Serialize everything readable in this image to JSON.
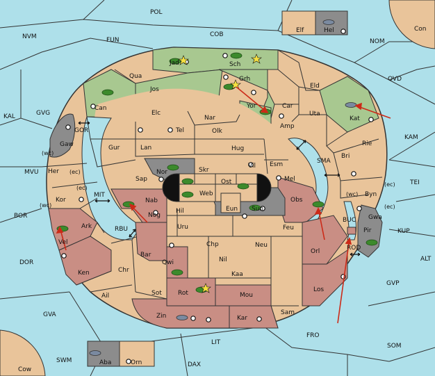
{
  "colors": {
    "sea": "#aee0ea",
    "land": "#e9c49a",
    "green": "#a8c890",
    "red": "#c98e84",
    "gray": "#8c8c8c",
    "black": "#111111",
    "arrow": "#cc2a18",
    "unit": "#3c8a2c"
  },
  "outer_seas": {
    "POL": "POL",
    "COB": "COB",
    "FUN": "FUN",
    "NVM": "NVM",
    "NOM": "NOM",
    "OVD": "OVD",
    "KAL": "KAL",
    "GVG": "GVG",
    "MVU": "MVU",
    "BOR": "BOR",
    "DOR": "DOR",
    "GVA": "GVA",
    "SWM": "SWM",
    "DAX": "DAX",
    "LIT": "LIT",
    "FRO": "FRO",
    "SOM": "SOM",
    "GVP": "GVP",
    "ALT": "ALT",
    "KUP": "KUP",
    "TEI": "TEI",
    "KAM": "KAM",
    "Con": "Con",
    "Cow": "Cow"
  },
  "inner_seas": {
    "GOR": "GOR",
    "MIT": "MIT",
    "RBU": "RBU",
    "SMA": "SMA",
    "BUC": "BUC",
    "ROD": "ROD"
  },
  "coast_tags": {
    "wc1": "(wc)",
    "ec1": "(ec)",
    "ec2": "(ec)",
    "wc2": "(wc)",
    "wc3": "(wc)",
    "ec3": "(ec)",
    "ec4": "(ec)"
  },
  "regions": {
    "Elf": "Elf",
    "Hel": "Hel",
    "Aba": "Aba",
    "Orn": "Orn",
    "Jad": "Jad",
    "Sch": "Sch",
    "Qua": "Qua",
    "Jos": "Jos",
    "Grh": "Grh",
    "Can": "Can",
    "Elc": "Elc",
    "Nar": "Nar",
    "Yor": "Yor",
    "Car": "Car",
    "Eld": "Eld",
    "Uta": "Uta",
    "Kat": "Kat",
    "Amp": "Amp",
    "Tel": "Tel",
    "Olk": "Olk",
    "Gaw": "Gaw",
    "Gur": "Gur",
    "Lan": "Lan",
    "Hug": "Hug",
    "Rie": "Rie",
    "Bri": "Bri",
    "Nor": "Nor",
    "Skr": "Skr",
    "Ost": "Ost",
    "Vil": "Vil",
    "Esm": "Esm",
    "Her": "Her",
    "Sap": "Sap",
    "Web": "Web",
    "Mel": "Mel",
    "Byn": "Byn",
    "Kor": "Kor",
    "Nab": "Nab",
    "Obs": "Obs",
    "Eun": "Eun",
    "Sun": "Sun",
    "Hil": "Hil",
    "Nog": "Nog",
    "Gwa": "Gwa",
    "Ark": "Ark",
    "Uru": "Uru",
    "Feu": "Feu",
    "Pir": "Pir",
    "Vel": "Vel",
    "Chp": "Chp",
    "Neu": "Neu",
    "Orl": "Orl",
    "Bar": "Bar",
    "Nil": "Nil",
    "Qwi": "Qwi",
    "Ken": "Ken",
    "Chr": "Chr",
    "Kaa": "Kaa",
    "Los": "Los",
    "Sot": "Sot",
    "Rot": "Rot",
    "Ail": "Ail",
    "Mou": "Mou",
    "Sam": "Sam",
    "Zin": "Zin",
    "Kar": "Kar"
  }
}
